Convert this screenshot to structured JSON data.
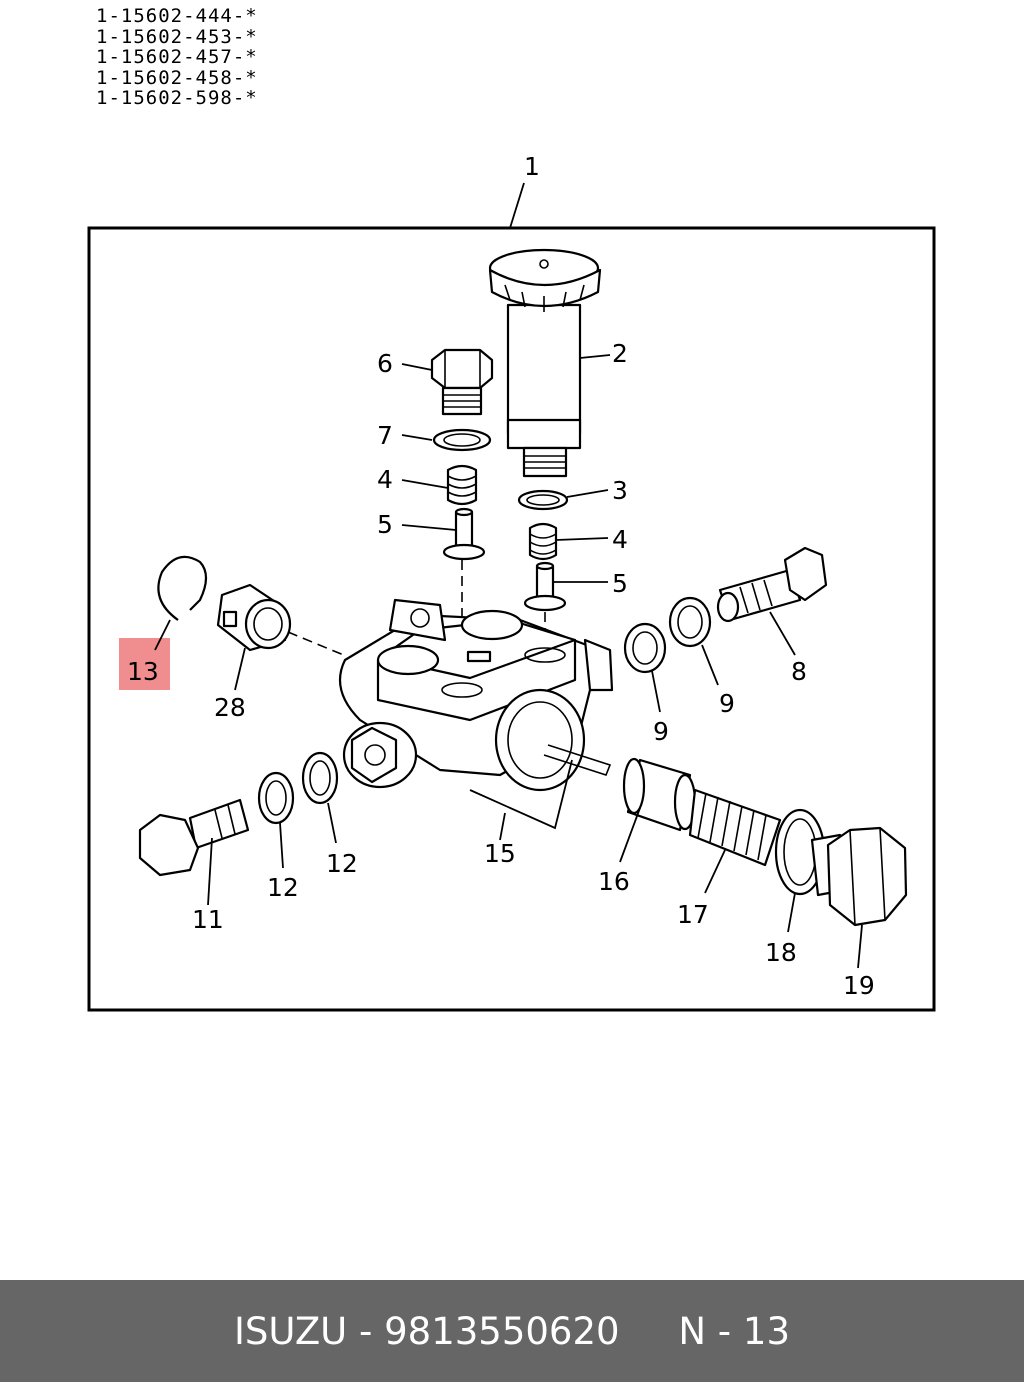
{
  "part_numbers": [
    "1-15602-444-*",
    "1-15602-453-*",
    "1-15602-457-*",
    "1-15602-458-*",
    "1-15602-598-*"
  ],
  "callouts": {
    "c1": "1",
    "c2": "2",
    "c3": "3",
    "c4a": "4",
    "c4b": "4",
    "c5a": "5",
    "c5b": "5",
    "c6": "6",
    "c7": "7",
    "c8": "8",
    "c9a": "9",
    "c9b": "9",
    "c11": "11",
    "c12a": "12",
    "c12b": "12",
    "c13": "13",
    "c15": "15",
    "c16": "16",
    "c17": "17",
    "c18": "18",
    "c19": "19",
    "c28": "28"
  },
  "highlight_color": "#f08d8f",
  "footer": {
    "brand": "ISUZU",
    "separator": "-",
    "part_number": "9813550620",
    "page_ref": "N - 13",
    "background": "#666666"
  }
}
